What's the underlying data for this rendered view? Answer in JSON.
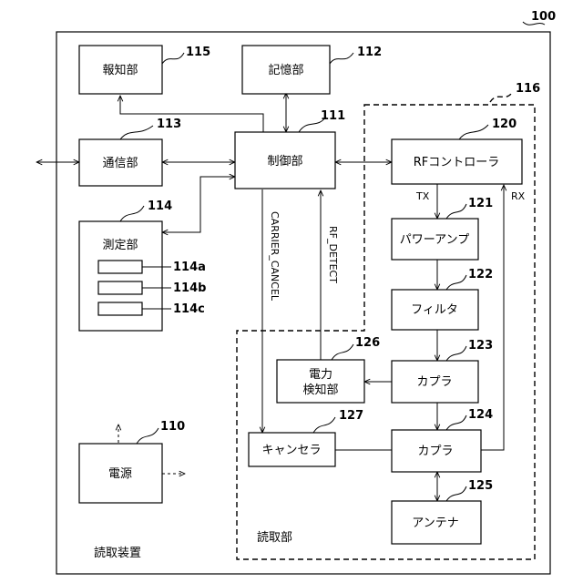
{
  "blocks": {
    "hochi": "報知部",
    "kioku": "記憶部",
    "tsushin": "通信部",
    "seigyo": "制御部",
    "sokutei": "測定部",
    "rf_controller": "RFコントローラ",
    "power_amp": "パワーアンプ",
    "filter": "フィルタ",
    "coupler1": "カプラ",
    "coupler2": "カプラ",
    "detector_line1": "電力",
    "detector_line2": "検知部",
    "canceller": "キャンセラ",
    "antenna": "アンテナ",
    "power": "電源"
  },
  "refs": {
    "device": "100",
    "hochi": "115",
    "kioku": "112",
    "tsushin": "113",
    "seigyo": "111",
    "sokutei": "114",
    "sub_a": "114a",
    "sub_b": "114b",
    "sub_c": "114c",
    "reader": "116",
    "rf_controller": "120",
    "power_amp": "121",
    "filter": "122",
    "coupler1": "123",
    "coupler2": "124",
    "antenna": "125",
    "detector": "126",
    "canceller": "127",
    "power": "110"
  },
  "signals": {
    "tx": "TX",
    "rx": "RX",
    "carrier_cancel": "CARRIER_CANCEL",
    "rf_detect": "RF_DETECT"
  },
  "labels": {
    "device": "読取装置",
    "reader": "読取部"
  }
}
